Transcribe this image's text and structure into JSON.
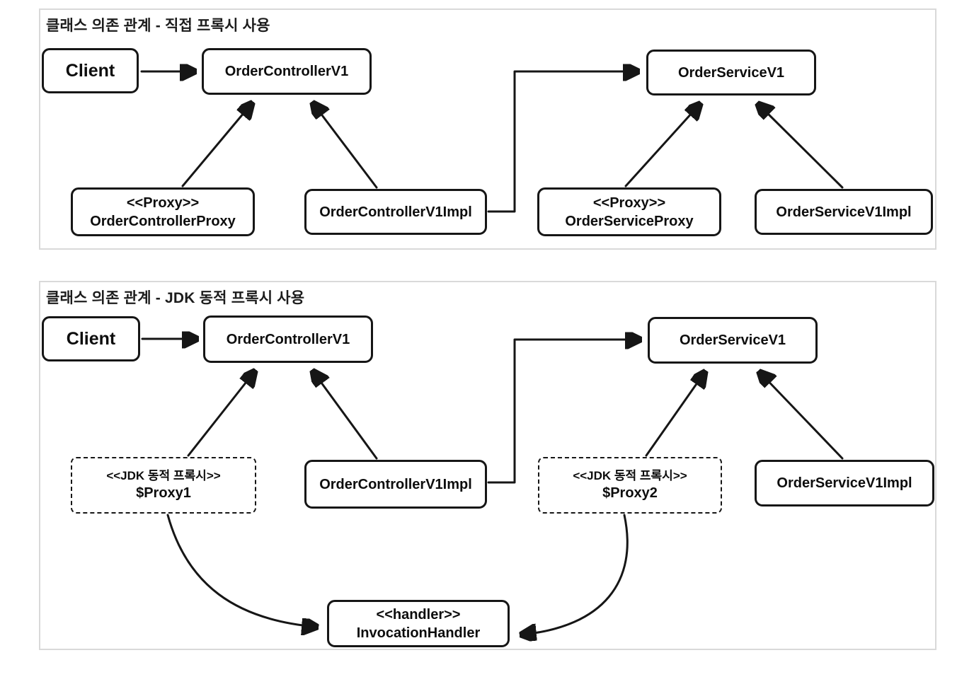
{
  "colors": {
    "line": "#161616",
    "box_border": "#161616",
    "box_fill": "#ffffff",
    "panel_border": "#d9d9d9",
    "background": "#ffffff"
  },
  "diagram1": {
    "title": "클래스 의존 관계 - 직접 프록시 사용",
    "nodes": {
      "client": {
        "label": "Client"
      },
      "order_controller_v1": {
        "label": "OrderControllerV1"
      },
      "order_service_v1": {
        "label": "OrderServiceV1"
      },
      "order_controller_proxy": {
        "stereotype": "<<Proxy>>",
        "label": "OrderControllerProxy"
      },
      "order_controller_v1_impl": {
        "label": "OrderControllerV1Impl"
      },
      "order_service_proxy": {
        "stereotype": "<<Proxy>>",
        "label": "OrderServiceProxy"
      },
      "order_service_v1_impl": {
        "label": "OrderServiceV1Impl"
      }
    },
    "edges": [
      {
        "from": "Client",
        "to": "OrderControllerV1",
        "style": "straight-arrow"
      },
      {
        "from": "OrderControllerProxy",
        "to": "OrderControllerV1",
        "style": "straight-arrow"
      },
      {
        "from": "OrderControllerV1Impl",
        "to": "OrderControllerV1",
        "style": "straight-arrow"
      },
      {
        "from": "OrderControllerV1Impl",
        "to": "OrderServiceV1",
        "style": "elbow-arrow"
      },
      {
        "from": "OrderServiceProxy",
        "to": "OrderServiceV1",
        "style": "straight-arrow"
      },
      {
        "from": "OrderServiceV1Impl",
        "to": "OrderServiceV1",
        "style": "straight-arrow"
      }
    ]
  },
  "diagram2": {
    "title": "클래스 의존 관계 - JDK 동적 프록시 사용",
    "nodes": {
      "client": {
        "label": "Client"
      },
      "order_controller_v1": {
        "label": "OrderControllerV1"
      },
      "order_service_v1": {
        "label": "OrderServiceV1"
      },
      "proxy1": {
        "stereotype": "<<JDK 동적 프록시>>",
        "label": "$Proxy1"
      },
      "order_controller_v1_impl": {
        "label": "OrderControllerV1Impl"
      },
      "proxy2": {
        "stereotype": "<<JDK 동적 프록시>>",
        "label": "$Proxy2"
      },
      "order_service_v1_impl": {
        "label": "OrderServiceV1Impl"
      },
      "invocation_handler": {
        "stereotype": "<<handler>>",
        "label": "InvocationHandler"
      }
    },
    "edges": [
      {
        "from": "Client",
        "to": "OrderControllerV1",
        "style": "straight-arrow"
      },
      {
        "from": "$Proxy1",
        "to": "OrderControllerV1",
        "style": "straight-arrow"
      },
      {
        "from": "OrderControllerV1Impl",
        "to": "OrderControllerV1",
        "style": "straight-arrow"
      },
      {
        "from": "OrderControllerV1Impl",
        "to": "OrderServiceV1",
        "style": "elbow-arrow"
      },
      {
        "from": "$Proxy2",
        "to": "OrderServiceV1",
        "style": "straight-arrow"
      },
      {
        "from": "OrderServiceV1Impl",
        "to": "OrderServiceV1",
        "style": "straight-arrow"
      },
      {
        "from": "$Proxy1",
        "to": "InvocationHandler",
        "style": "curved-arrow"
      },
      {
        "from": "$Proxy2",
        "to": "InvocationHandler",
        "style": "curved-arrow"
      }
    ]
  }
}
